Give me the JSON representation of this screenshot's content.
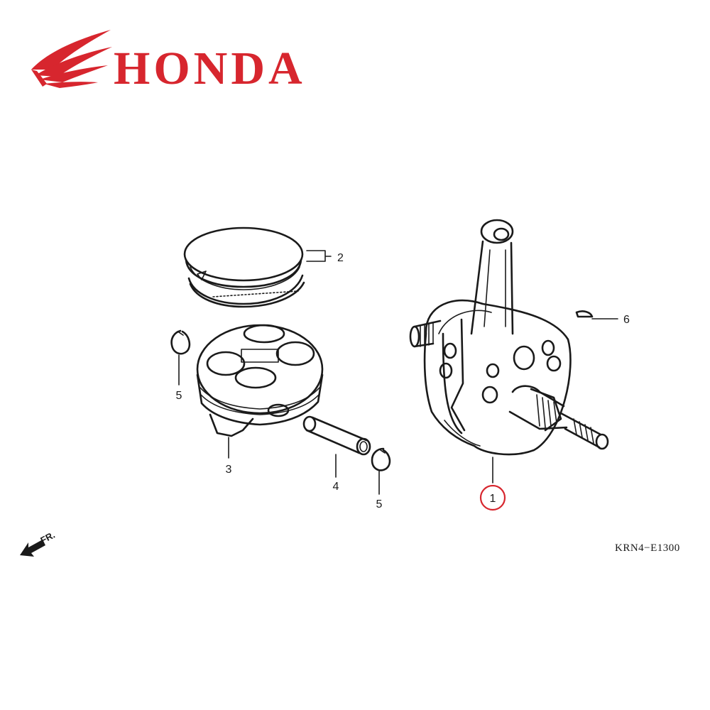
{
  "brand": {
    "name": "HONDA",
    "color": "#d7262e",
    "logo_icon": "honda-wing-icon"
  },
  "diagram_code": "KRN4−E1300",
  "front_indicator": {
    "label": "FR.",
    "icon": "arrow-front-icon"
  },
  "callouts": [
    {
      "id": "1",
      "label": "1",
      "highlighted": true,
      "highlight_color": "#d7262e"
    },
    {
      "id": "2",
      "label": "2"
    },
    {
      "id": "3",
      "label": "3"
    },
    {
      "id": "4",
      "label": "4"
    },
    {
      "id": "5a",
      "label": "5"
    },
    {
      "id": "5b",
      "label": "5"
    },
    {
      "id": "6",
      "label": "6"
    }
  ]
}
